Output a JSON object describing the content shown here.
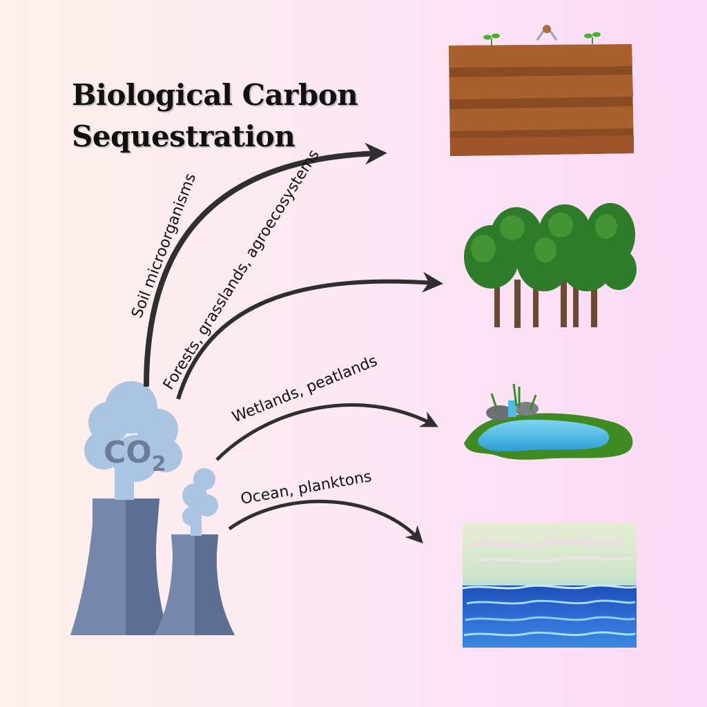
{
  "title": {
    "line1": "Biological Carbon",
    "line2": "Sequestration"
  },
  "source": {
    "co2_label": "CO",
    "co2_subscript": "2"
  },
  "pathways": [
    {
      "label": "Soil microorganisms",
      "destination": "soil",
      "icon": "soil-block-icon"
    },
    {
      "label": "Forests, grasslands, agroecosystems",
      "destination": "forest",
      "icon": "trees-icon"
    },
    {
      "label": "Wetlands, peatlands",
      "destination": "wetland",
      "icon": "pond-icon"
    },
    {
      "label": "Ocean, planktons",
      "destination": "ocean",
      "icon": "ocean-icon"
    }
  ],
  "colors": {
    "background_left": "#fdf1ec",
    "background_right": "#fbd9f7",
    "arrow": "#2f2f2f",
    "cloud": "#aac4e2",
    "tower_dark": "#5c6e92",
    "tower_light": "#7587aa",
    "soil": "#9c5a2b",
    "foliage": "#2f7a2a",
    "water": "#49b6e0",
    "grass": "#3f8a22",
    "ocean": "#2a5fc4"
  }
}
